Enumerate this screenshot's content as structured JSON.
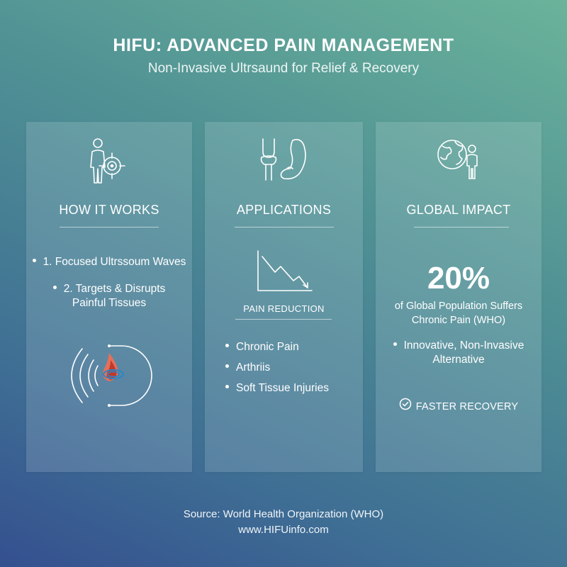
{
  "header": {
    "title": "HIFU: ADVANCED PAIN MANAGEMENT",
    "subtitle": "Non-Invasive Ultrsaund for Relief & Recovery"
  },
  "cards": [
    {
      "heading": "HOW IT WORKS",
      "icon": "person-target-icon",
      "items": [
        "1. Focused Ultrssoum Waves",
        "2. Targets & Disrupts",
        "Painful Tissues"
      ],
      "illustration": "ultrasound-waves-heat-icon",
      "colors": {
        "heat_outer": "#e4705a",
        "heat_inner": "#c0392b",
        "focus": "#2a86c9"
      }
    },
    {
      "heading": "APPLICATIONS",
      "icon": "knee-joint-muscle-icon",
      "chart_label": "PAIN REDUCTION",
      "chart_icon": "downward-trend-chart-icon",
      "items": [
        "Chronic Pain",
        "Arthriis",
        "Soft Tissue Injuries"
      ]
    },
    {
      "heading": "GLOBAL IMPACT",
      "icon": "globe-person-icon",
      "stat_value": "20%",
      "stat_caption_line1": "of Global Population Suffers",
      "stat_caption_line2": "Chronic Pain (WHO)",
      "items": [
        "Innovative, Non-Invasive",
        "Alternative"
      ],
      "badge": "FASTER RECOVERY",
      "badge_icon": "check-circle-icon"
    }
  ],
  "footer": {
    "source": "Source: World Health Organization (WHO)",
    "url": "www.HIFUinfo.com"
  }
}
